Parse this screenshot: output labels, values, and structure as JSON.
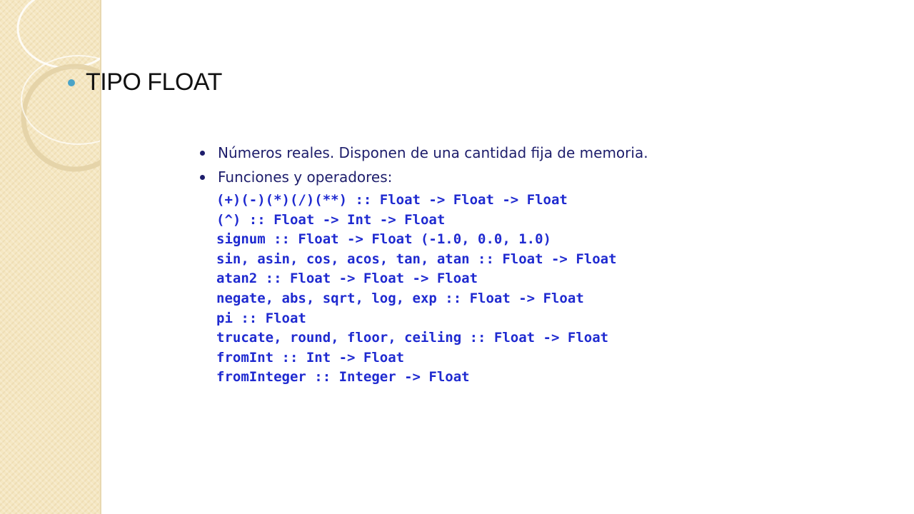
{
  "slide": {
    "title": "TIPO FLOAT",
    "bullets": [
      "Números reales. Disponen de una cantidad fija de memoria.",
      "Funciones y operadores:"
    ],
    "code_lines": [
      "(+)(-)(*)(/)(**) :: Float -> Float -> Float",
      "(^) :: Float -> Int -> Float",
      "signum :: Float -> Float (-1.0, 0.0, 1.0)",
      "sin, asin, cos, acos, tan, atan :: Float -> Float",
      "atan2 :: Float -> Float -> Float",
      "negate, abs, sqrt, log, exp :: Float -> Float",
      "pi :: Float",
      "trucate, round, floor, ceiling :: Float -> Float",
      "fromInt :: Int -> Float",
      "fromInteger :: Integer -> Float"
    ]
  },
  "colors": {
    "panel": "#f5e7c2",
    "bullet_accent": "#4aa3c7",
    "body_text": "#1d1d6b",
    "code_text": "#1f2ad0"
  }
}
